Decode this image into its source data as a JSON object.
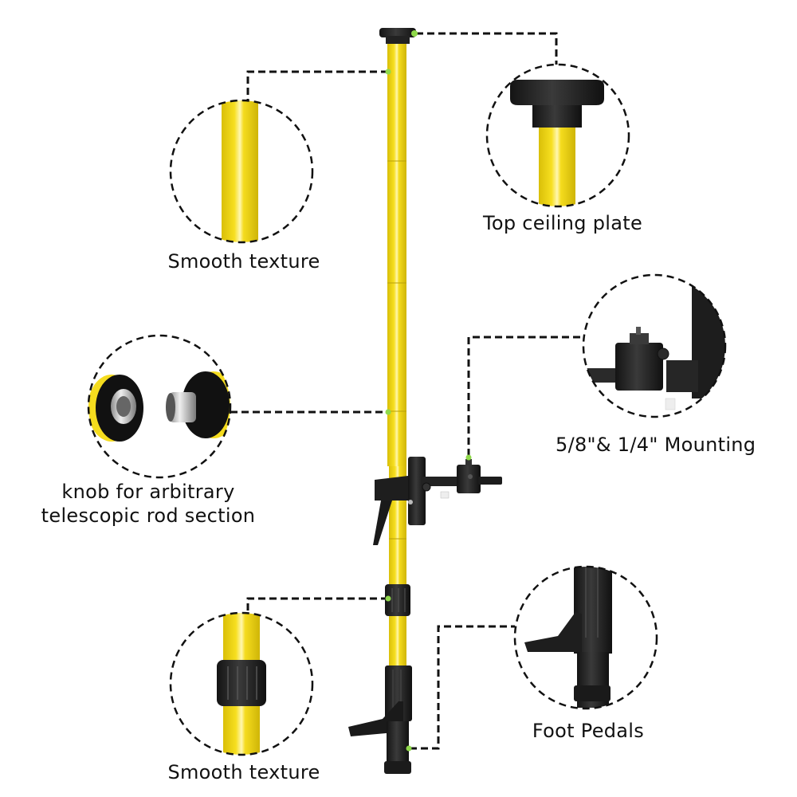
{
  "diagram": {
    "title": "Telescopic laser pole features",
    "colors": {
      "rod": "#f5dc1e",
      "rod_shade": "#d8be0a",
      "rod_highlight": "#fff6a8",
      "plastic": "#1f1f1f",
      "plastic_mid": "#353535",
      "dot": "#8fd94a",
      "leader": "#111111",
      "text": "#111111"
    },
    "callouts": [
      {
        "id": "smooth-texture-top",
        "label": "Smooth texture"
      },
      {
        "id": "top-ceiling-plate",
        "label": "Top ceiling plate"
      },
      {
        "id": "mounting",
        "label": "5/8\"& 1/4\" Mounting"
      },
      {
        "id": "knob",
        "label_line1": "knob for arbitrary",
        "label_line2": "telescopic rod section"
      },
      {
        "id": "smooth-texture-bottom",
        "label": "Smooth texture"
      },
      {
        "id": "foot-pedals",
        "label": "Foot Pedals"
      }
    ]
  }
}
